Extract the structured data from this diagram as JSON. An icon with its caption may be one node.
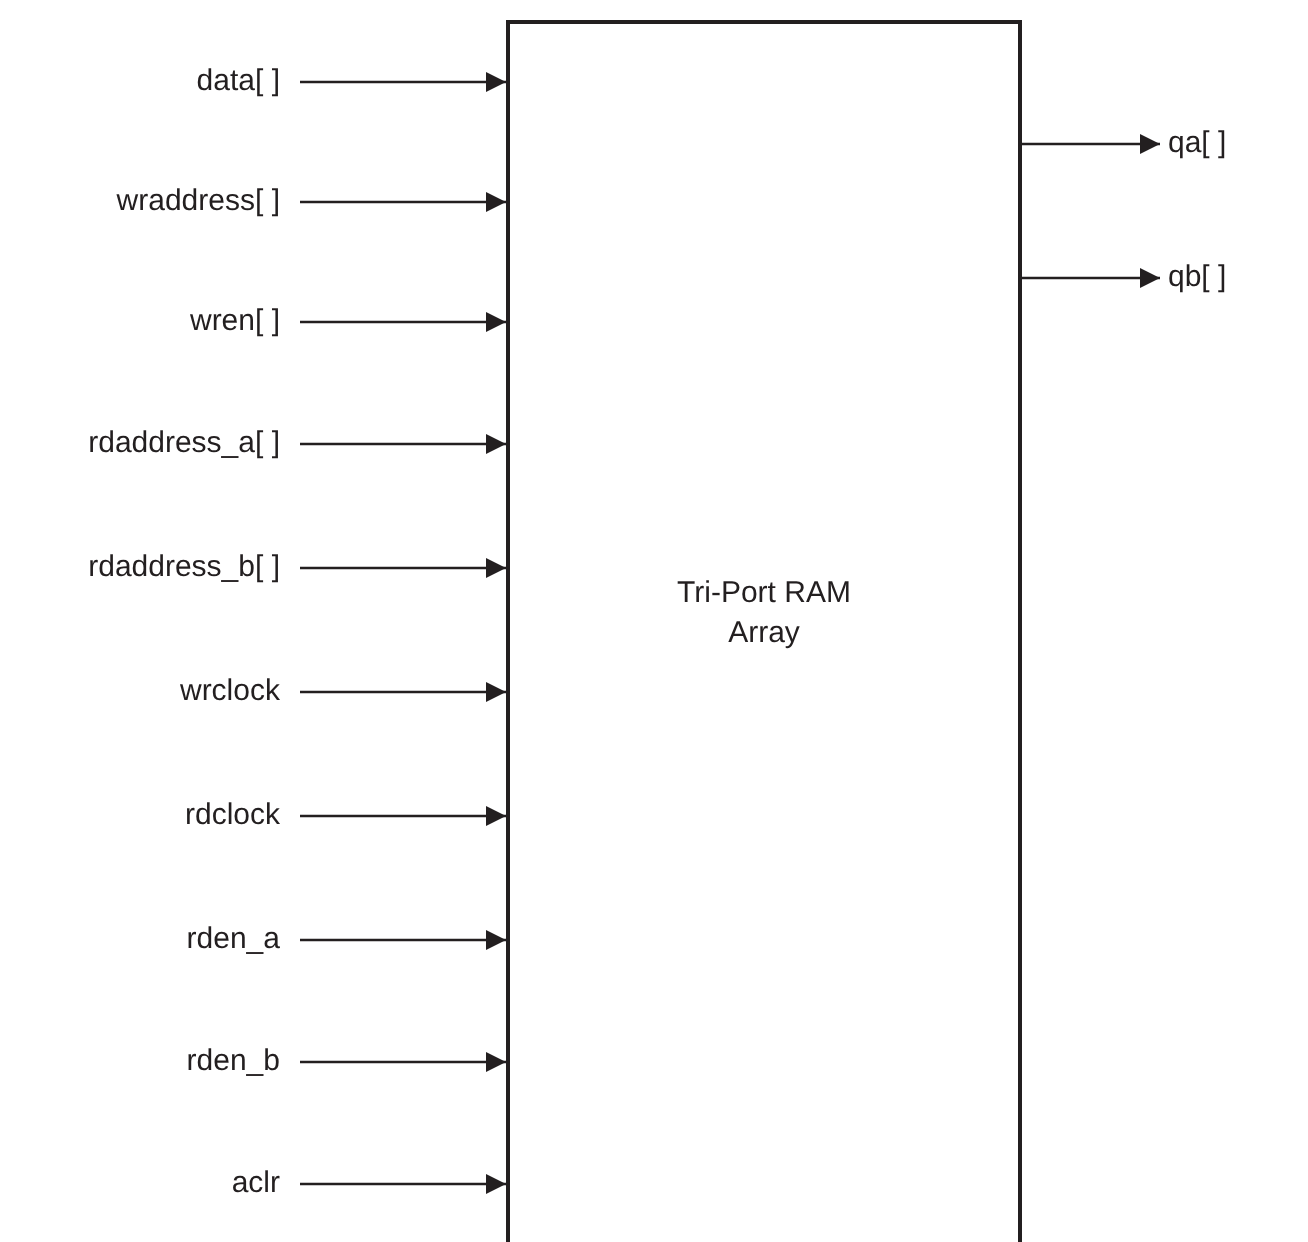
{
  "diagram": {
    "nodes": [
      {
        "text": [
          "Tri-Port RAM Array"
        ]
      },
      {
        "text": [
          "data[ ]"
        ]
      },
      {
        "text": [
          "wraddress[ ]"
        ]
      },
      {
        "text": [
          "wren[ ]"
        ]
      },
      {
        "text": [
          "rdaddress_a[ ]"
        ]
      },
      {
        "text": [
          "rdaddress_b[ ]"
        ]
      },
      {
        "text": [
          "wrclock"
        ]
      },
      {
        "text": [
          "rdclock"
        ]
      },
      {
        "text": [
          "rden_a"
        ]
      },
      {
        "text": [
          "rden_b"
        ]
      },
      {
        "text": [
          "aclr"
        ]
      },
      {
        "text": [
          "qa[ ]"
        ]
      },
      {
        "text": [
          "qb[ ]"
        ]
      }
    ],
    "edges": [
      {
        "from": 1,
        "to": 0,
        "arrow": "to"
      },
      {
        "from": 2,
        "to": 0,
        "arrow": "to"
      },
      {
        "from": 3,
        "to": 0,
        "arrow": "to"
      },
      {
        "from": 4,
        "to": 0,
        "arrow": "to"
      },
      {
        "from": 5,
        "to": 0,
        "arrow": "to"
      },
      {
        "from": 6,
        "to": 0,
        "arrow": "to"
      },
      {
        "from": 7,
        "to": 0,
        "arrow": "to"
      },
      {
        "from": 8,
        "to": 0,
        "arrow": "to"
      },
      {
        "from": 9,
        "to": 0,
        "arrow": "to"
      },
      {
        "from": 10,
        "to": 0,
        "arrow": "to"
      },
      {
        "from": 0,
        "to": 11,
        "arrow": "to"
      },
      {
        "from": 0,
        "to": 12,
        "arrow": "to"
      }
    ]
  }
}
